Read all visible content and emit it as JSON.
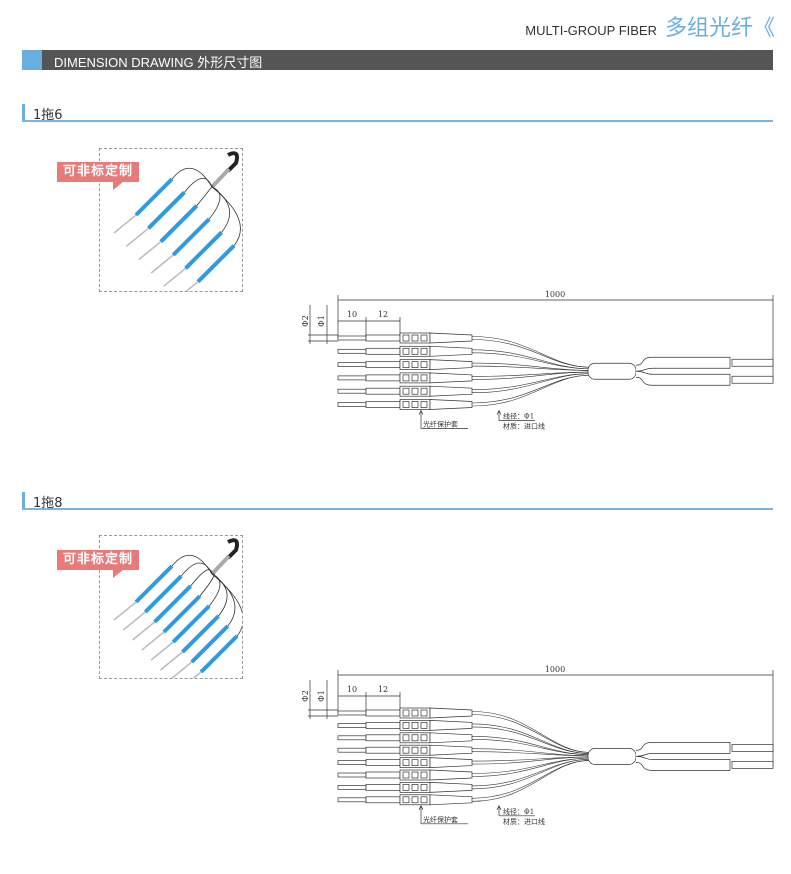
{
  "header": {
    "title_en": "MULTI-GROUP FIBER",
    "title_cn": "多组光纤《"
  },
  "section_bar": {
    "title": "DIMENSION DRAWING 外形尺寸图"
  },
  "groups": [
    {
      "title": "1拖6",
      "badge": "可非标定制",
      "fiber_count": 6,
      "dims": {
        "total": "1000",
        "d1": "10",
        "d2": "12",
        "phi2": "Φ2",
        "phi1": "Φ1"
      },
      "labels": {
        "sleeve": "光纤保护套",
        "diameter": "线径：Φ1",
        "material": "材质：进口线"
      }
    },
    {
      "title": "1拖8",
      "badge": "可非标定制",
      "fiber_count": 8,
      "dims": {
        "total": "1000",
        "d1": "10",
        "d2": "12",
        "phi2": "Φ2",
        "phi1": "Φ1"
      },
      "labels": {
        "sleeve": "光纤保护套",
        "diameter": "线径：Φ1",
        "material": "材质：进口线"
      }
    }
  ],
  "colors": {
    "accent": "#6aaee0",
    "bar": "#555555",
    "badge": "#e87a7a",
    "fiber_blue": "#2e9be0"
  }
}
